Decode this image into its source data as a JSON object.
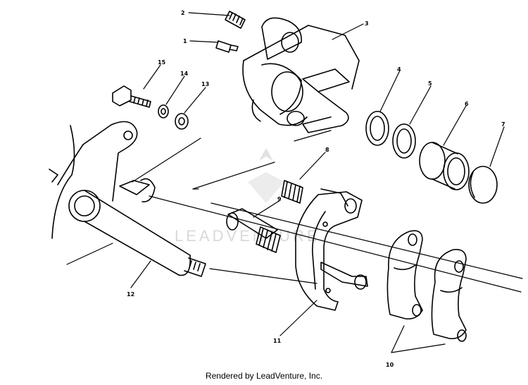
{
  "diagram": {
    "watermark": "LEADVENTURE",
    "footer": "Rendered by LeadVenture, Inc.",
    "callouts": [
      "1",
      "2",
      "3",
      "4",
      "5",
      "6",
      "7",
      "8",
      "9",
      "10",
      "11",
      "12",
      "13",
      "14",
      "15"
    ]
  },
  "colors": {
    "ink": "#000000",
    "paper": "#ffffff",
    "watermark": "#d9d9d9"
  }
}
